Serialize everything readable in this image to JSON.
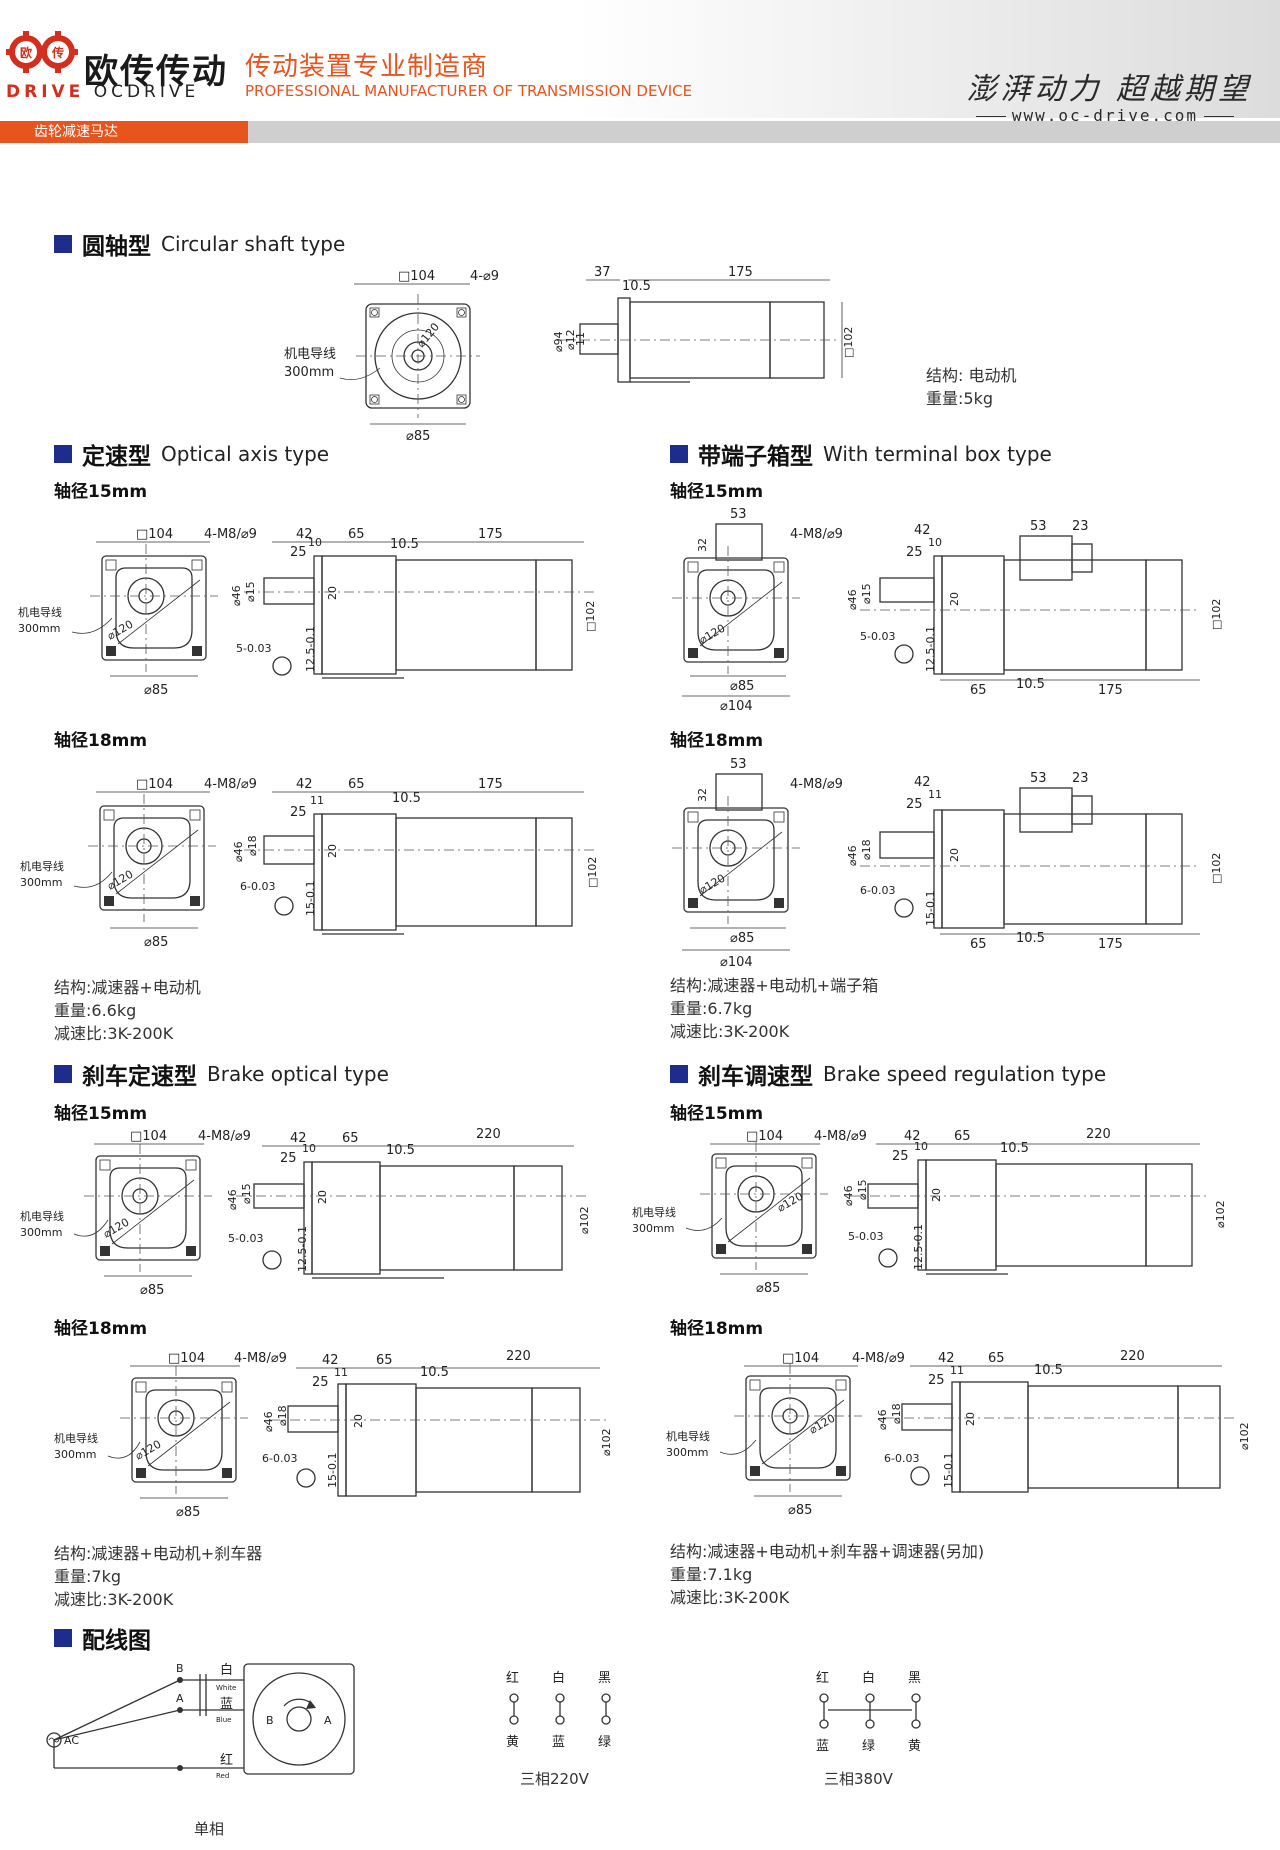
{
  "header": {
    "brand_cn": "欧传传动",
    "brand_en_a": "DRIVE",
    "brand_en_b": "OCDRIVE",
    "slogan_cn": "传动装置专业制造商",
    "slogan_en": "PROFESSIONAL MANUFACTURER OF TRANSMISSION DEVICE",
    "motto_cn": "澎湃动力 超越期望",
    "url": "www.oc-drive.com",
    "category": "齿轮减速马达"
  },
  "sections": {
    "circular": {
      "cn": "圆轴型",
      "en": "Circular shaft type",
      "spec": {
        "structure": "结构: 电动机",
        "weight": "重量:5kg"
      },
      "dims": {
        "sq": "□104",
        "holes": "4-⌀9hole",
        "pcd": "⌀120",
        "base": "⌀85",
        "lead": "机电导线",
        "lead_len": "300mm",
        "l1": "37",
        "l2": "10.5",
        "l3": "175",
        "d1": "⌀94",
        "d2": "⌀12",
        "d3": "11",
        "h": "□102"
      }
    },
    "optical": {
      "cn": "定速型",
      "en": "Optical axis type",
      "shaft15": "轴径15mm",
      "shaft18": "轴径18mm",
      "spec": {
        "structure": "结构:减速器+电动机",
        "weight": "重量:6.6kg",
        "ratio": "减速比:3K-200K"
      }
    },
    "terminal": {
      "cn": "带端子箱型",
      "en": "With terminal box type",
      "shaft15": "轴径15mm",
      "shaft18": "轴径18mm",
      "spec": {
        "structure": "结构:减速器+电动机+端子箱",
        "weight": "重量:6.7kg",
        "ratio": "减速比:3K-200K"
      }
    },
    "brake_optical": {
      "cn": "刹车定速型",
      "en": "Brake optical type",
      "shaft15": "轴径15mm",
      "shaft18": "轴径18mm",
      "spec": {
        "structure": "结构:减速器+电动机+刹车器",
        "weight": "重量:7kg",
        "ratio": "减速比:3K-200K"
      }
    },
    "brake_speed": {
      "cn": "刹车调速型",
      "en": "Brake speed regulation type",
      "shaft15": "轴径15mm",
      "shaft18": "轴径18mm",
      "spec": {
        "structure": "结构:减速器+电动机+刹车器+调速器(另加)",
        "weight": "重量:7.1kg",
        "ratio": "减速比:3K-200K"
      }
    },
    "wiring": {
      "cn": "配线图",
      "single": {
        "label": "单相",
        "white": "白",
        "white_en": "White",
        "blue": "蓝",
        "blue_en": "Blue",
        "red": "红",
        "red_en": "Red",
        "b": "B",
        "a": "A",
        "ac": "AC"
      },
      "three220": {
        "label": "三相220V",
        "top": [
          "红",
          "白",
          "黑"
        ],
        "bottom": [
          "黄",
          "蓝",
          "绿"
        ]
      },
      "three380": {
        "label": "三相380V",
        "top": [
          "红",
          "白",
          "黑"
        ],
        "bottom": [
          "蓝",
          "绿",
          "黄"
        ]
      }
    }
  },
  "gear_dims": {
    "sq": "□104",
    "holes": "4-M8/⌀9",
    "pcd": "⌀120",
    "base": "⌀85",
    "base104": "⌀104",
    "lead": "机电导线",
    "lead_len": "300mm",
    "l42": "42",
    "l25": "25",
    "l10": "10",
    "l11": "11",
    "l65": "65",
    "l105": "10.5",
    "l175": "175",
    "l220": "220",
    "d46": "⌀46",
    "d15": "⌀15",
    "d18": "⌀18",
    "k20": "20",
    "h102": "□102",
    "r102": "⌀102",
    "key5": "5-0.03",
    "key6": "6-0.03",
    "t125": "12.5-0.1",
    "t15": "15-0.1",
    "tb53": "53",
    "tb23": "23",
    "tb32": "32"
  }
}
